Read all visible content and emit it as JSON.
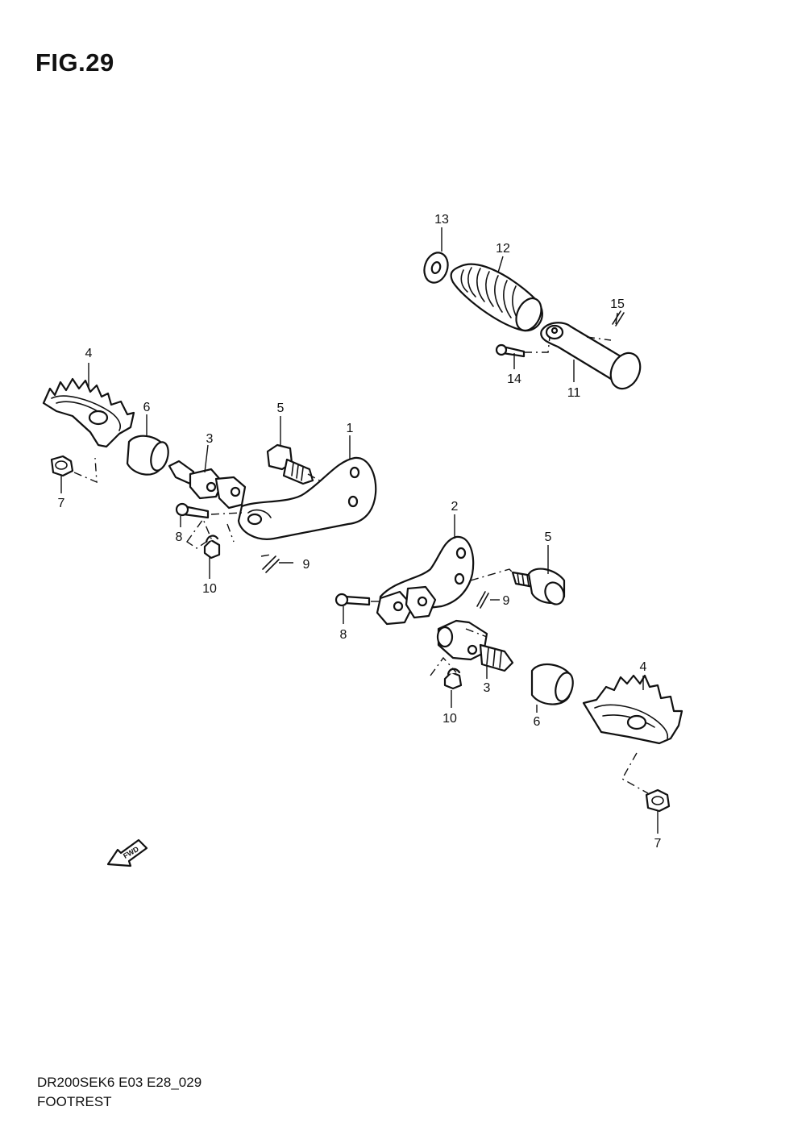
{
  "figure": {
    "title": "FIG.29"
  },
  "callouts": {
    "c1": "1",
    "c2": "2",
    "c3_left": "3",
    "c3_right": "3",
    "c4_left": "4",
    "c4_right": "4",
    "c5_left": "5",
    "c5_right": "5",
    "c6_left": "6",
    "c6_right": "6",
    "c7_left": "7",
    "c7_right": "7",
    "c8_left": "8",
    "c8_right": "8",
    "c9_left": "9",
    "c9_right": "9",
    "c10_left": "10",
    "c10_right": "10",
    "c11": "11",
    "c12": "12",
    "c13": "13",
    "c14": "14",
    "c15": "15"
  },
  "fwd_marker": {
    "label": "FWD",
    "icon": "forward-arrow-icon"
  },
  "footer": {
    "model_code": "DR200SEK6 E03 E28_029",
    "section_name": "FOOTREST"
  }
}
